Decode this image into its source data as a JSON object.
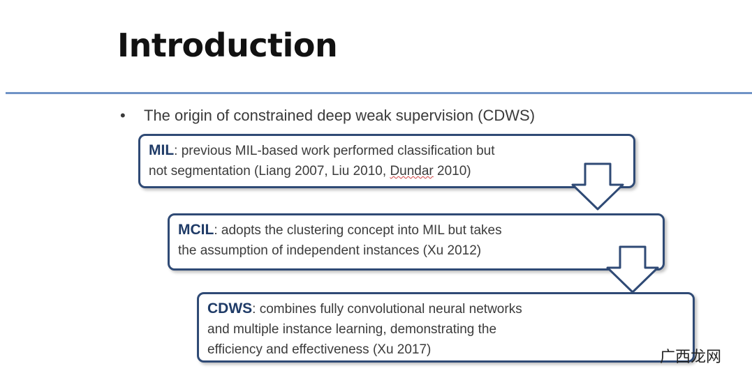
{
  "slide": {
    "title": "Introduction",
    "bullet": {
      "marker": "•",
      "text": "The origin of constrained deep weak supervision (CDWS)"
    },
    "boxes": [
      {
        "lead": "MIL",
        "line1": ": previous MIL-based work performed classification but",
        "line2_pre": "not segmentation (Liang 2007, Liu  2010, ",
        "line2_mark": "Dundar",
        "line2_post": " 2010)"
      },
      {
        "lead": "MCIL",
        "line1": ": adopts the clustering concept into MIL but takes",
        "line2": "the assumption of independent instances (Xu 2012)"
      },
      {
        "lead": "CDWS",
        "line1": ": combines fully convolutional neural networks",
        "line2": "and multiple instance learning, demonstrating the",
        "line3": "efficiency and effectiveness  (Xu 2017)"
      }
    ],
    "watermark": "广西龙网"
  },
  "colors": {
    "rule": "#6f93c6",
    "box_border": "#2f4a75",
    "lead_text": "#1f3b67"
  }
}
